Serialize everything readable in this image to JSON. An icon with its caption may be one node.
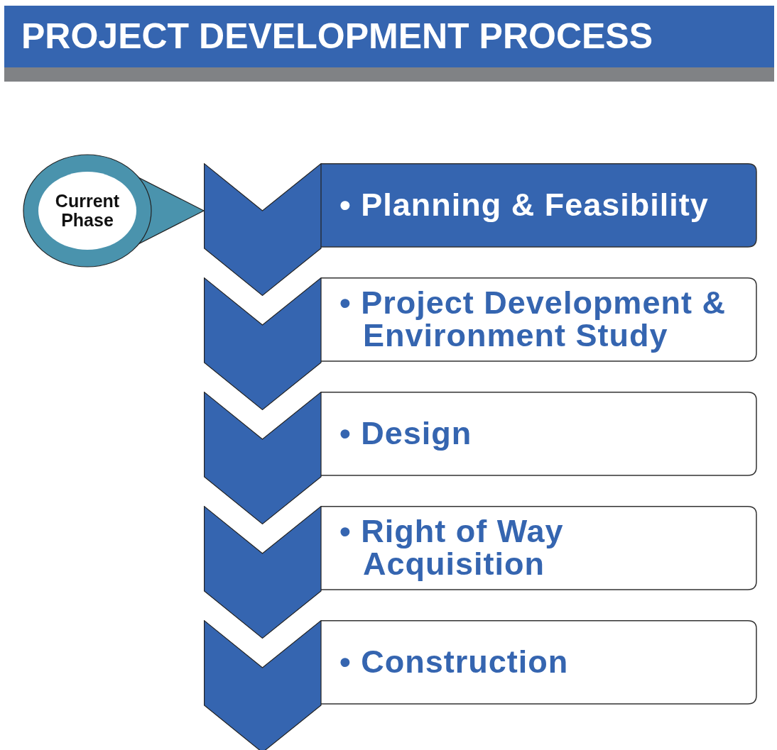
{
  "diagram": {
    "title": "PROJECT DEVELOPMENT PROCESS",
    "nodes": [
      {
        "text": [
          "Current Phase"
        ]
      },
      {
        "text": [
          "• Planning & Feasibility"
        ]
      },
      {
        "text": [
          "• Project Development & Environment Study"
        ]
      },
      {
        "text": [
          "• Design"
        ]
      },
      {
        "text": [
          "• Right of Way Acquisition"
        ]
      },
      {
        "text": [
          "• Construction"
        ]
      }
    ],
    "edges": [
      {
        "from": 0,
        "to": 1,
        "arrow": "to",
        "color": "#4a93ad"
      }
    ]
  }
}
